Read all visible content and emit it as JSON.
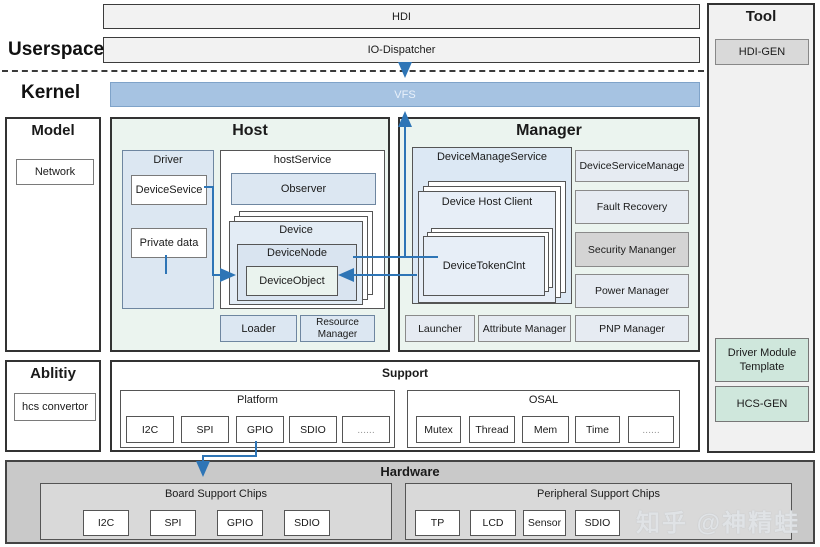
{
  "layers": {
    "userspace": "Userspace",
    "kernel": "Kernel"
  },
  "bars": {
    "hdi": "HDI",
    "io_dispatcher": "IO-Dispatcher",
    "vfs": "VFS"
  },
  "tool": {
    "title": "Tool",
    "items": [
      "HDI-GEN",
      "Driver Module Template",
      "HCS-GEN"
    ]
  },
  "model": {
    "title": "Model",
    "item": "Network"
  },
  "ability": {
    "title": "Ablitiy",
    "item": "hcs convertor"
  },
  "host": {
    "title": "Host",
    "driver": {
      "title": "Driver",
      "items": [
        "DeviceSevice",
        "Private data"
      ]
    },
    "host_service": {
      "title": "hostService",
      "observer": "Observer"
    },
    "device": {
      "title": "Device",
      "node": "DeviceNode",
      "object": "DeviceObject"
    },
    "loader": "Loader",
    "resource_manager": "Resource Manager"
  },
  "manager": {
    "title": "Manager",
    "dms": {
      "title": "DeviceManageService",
      "host_client": "Device Host Client",
      "token_clnt": "DeviceTokenClnt"
    },
    "right": [
      "DeviceServiceManage",
      "Fault Recovery",
      "Security Mananger",
      "Power Manager"
    ],
    "bottom": [
      "Launcher",
      "Attribute Manager",
      "PNP Manager"
    ]
  },
  "support": {
    "title": "Support",
    "platform": {
      "title": "Platform",
      "chips": [
        "I2C",
        "SPI",
        "GPIO",
        "SDIO",
        "......"
      ]
    },
    "osal": {
      "title": "OSAL",
      "chips": [
        "Mutex",
        "Thread",
        "Mem",
        "Time",
        "......"
      ]
    }
  },
  "hardware": {
    "title": "Hardware",
    "board": {
      "title": "Board Support Chips",
      "chips": [
        "I2C",
        "SPI",
        "GPIO",
        "SDIO"
      ]
    },
    "peripheral": {
      "title": "Peripheral Support Chips",
      "chips": [
        "TP",
        "LCD",
        "Sensor",
        "SDIO"
      ]
    }
  },
  "watermark": {
    "text": "知乎 @神精蛙"
  },
  "colors": {
    "accent_blue": "#2e75b6",
    "vfs_bg": "#a6c3e2",
    "section_green": "#ebf4ef",
    "panel_blue": "#dce7f2",
    "tool_green": "#cfe7dc",
    "security_gray": "#d4d4d4",
    "hardware_gray": "#c9c9c9"
  }
}
